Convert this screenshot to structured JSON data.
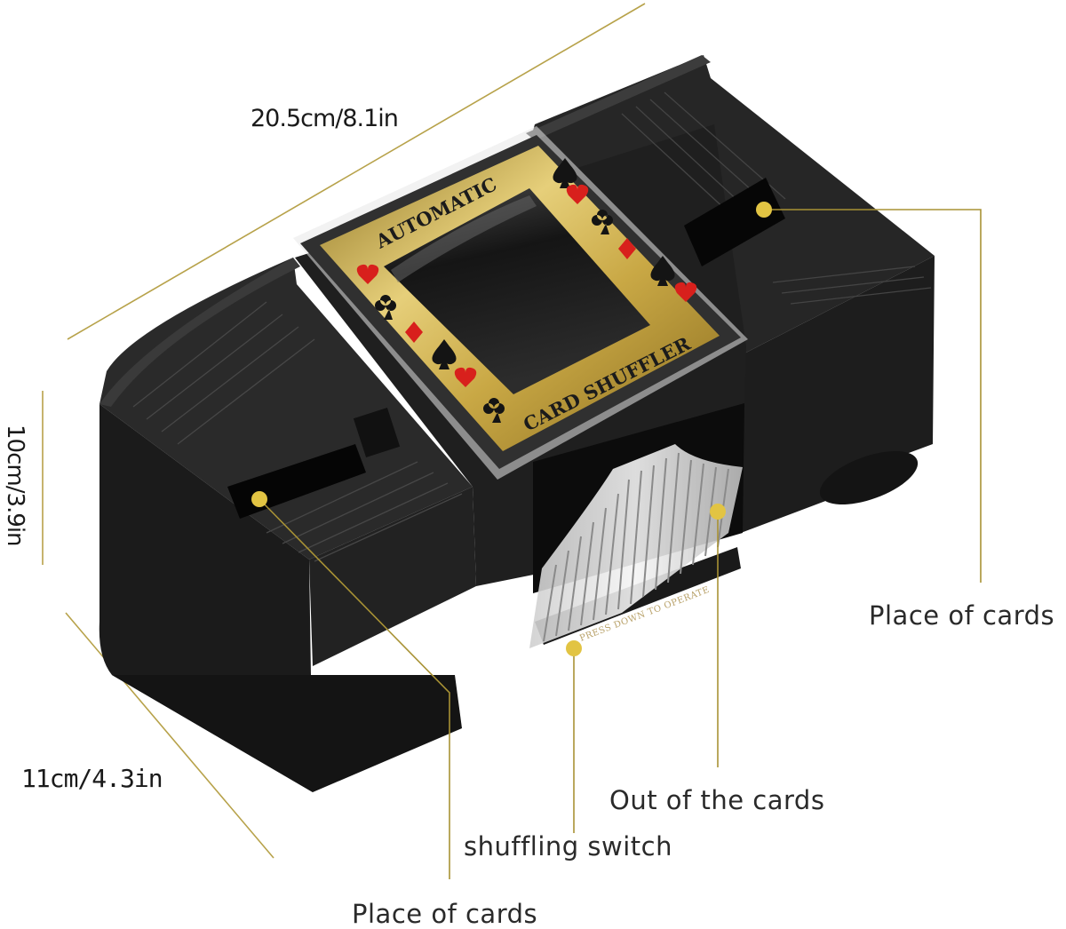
{
  "product": {
    "lid_text_top": "AUTOMATIC",
    "lid_text_bottom": "CARD SHUFFLER",
    "tray_text": "PRESS DOWN TO OPERATE"
  },
  "dimensions": {
    "length": "20.5cm/8.1in",
    "height": "10cm/3.9in",
    "width": "11cm/4.3in"
  },
  "callouts": {
    "place_right": "Place of cards",
    "out": "Out of the cards",
    "switch": "shuffling switch",
    "place_bottom": "Place of cards"
  },
  "colors": {
    "body": "#1c1c1c",
    "gold": "#b79a3a",
    "leader": "#a89235",
    "marker": "#e2c443",
    "suit_red": "#d8201c"
  }
}
